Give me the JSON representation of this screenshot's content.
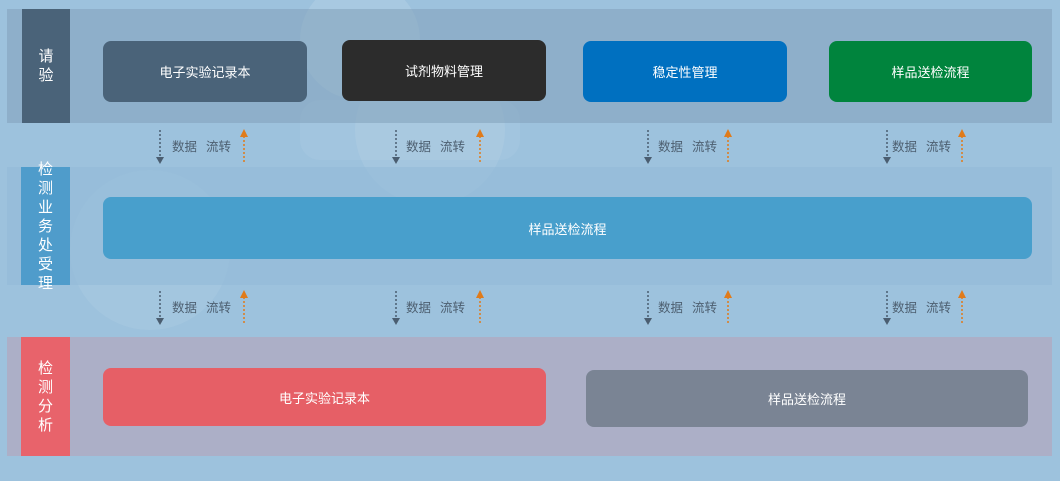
{
  "rows": {
    "request": {
      "label": "请验",
      "boxes": [
        {
          "label": "电子实验记录本",
          "color": "#4a6379"
        },
        {
          "label": "试剂物料管理",
          "color": "#2c2c2c"
        },
        {
          "label": "稳定性管理",
          "color": "#0070c0"
        },
        {
          "label": "样品送检流程",
          "color": "#00843d"
        }
      ]
    },
    "processing": {
      "label": "检测业务处受理",
      "boxes": [
        {
          "label": "样品送检流程",
          "color": "#489fcc"
        }
      ]
    },
    "analysis": {
      "label": "检测分析",
      "boxes": [
        {
          "label": "电子实验记录本",
          "color": "#e65f66"
        },
        {
          "label": "样品送检流程",
          "color": "#7a8494"
        }
      ]
    }
  },
  "flows": {
    "upper": [
      {
        "a": "数据",
        "b": "流转"
      },
      {
        "a": "数据",
        "b": "流转"
      },
      {
        "a": "数据",
        "b": "流转"
      },
      {
        "a": "数据",
        "b": "流转"
      }
    ],
    "lower": [
      {
        "a": "数据",
        "b": "流转"
      },
      {
        "a": "数据",
        "b": "流转"
      },
      {
        "a": "数据",
        "b": "流转"
      },
      {
        "a": "数据",
        "b": "流转"
      }
    ]
  },
  "colors": {
    "arrow_down": "#4a5d70",
    "arrow_up": "#e07b1a"
  }
}
